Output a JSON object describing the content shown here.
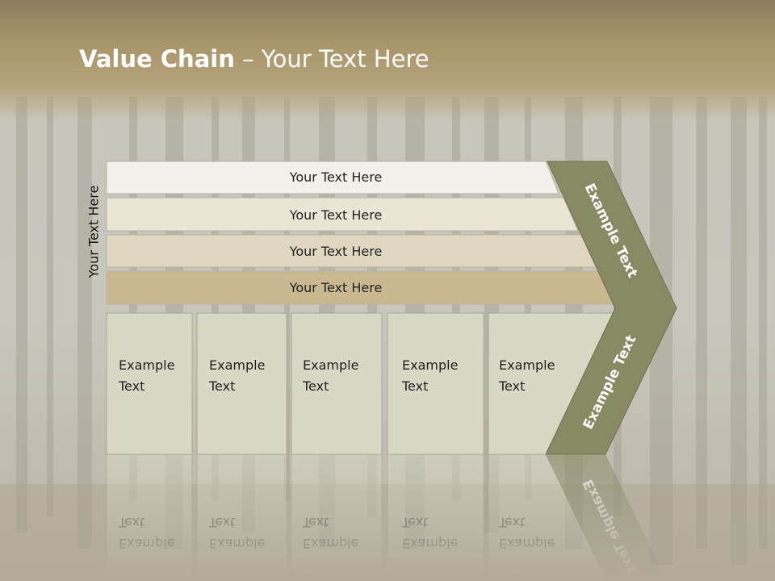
{
  "title": {
    "bold": "Value Chain",
    "rest": " – Your Text Here"
  },
  "side_label": "Your Text Here",
  "bars": [
    {
      "label": "Your Text Here",
      "color": "#f3f1eb"
    },
    {
      "label": "Your Text Here",
      "color": "#ebe5d6"
    },
    {
      "label": "Your Text Here",
      "color": "#e1d7c0"
    },
    {
      "label": "Your Text Here",
      "color": "#c9b890"
    }
  ],
  "columns": [
    {
      "line1": "Example",
      "line2": "Text"
    },
    {
      "line1": "Example",
      "line2": "Text"
    },
    {
      "line1": "Example",
      "line2": "Text"
    },
    {
      "line1": "Example",
      "line2": "Text"
    },
    {
      "line1": "Example",
      "line2": "Text"
    }
  ],
  "chevron": {
    "upper": "Example Text",
    "lower": "Example Text",
    "color": "#878a62"
  },
  "colors": {
    "column_fill": "#d8d8c4",
    "column_stroke": "#a8a895",
    "header": "#a89569"
  }
}
